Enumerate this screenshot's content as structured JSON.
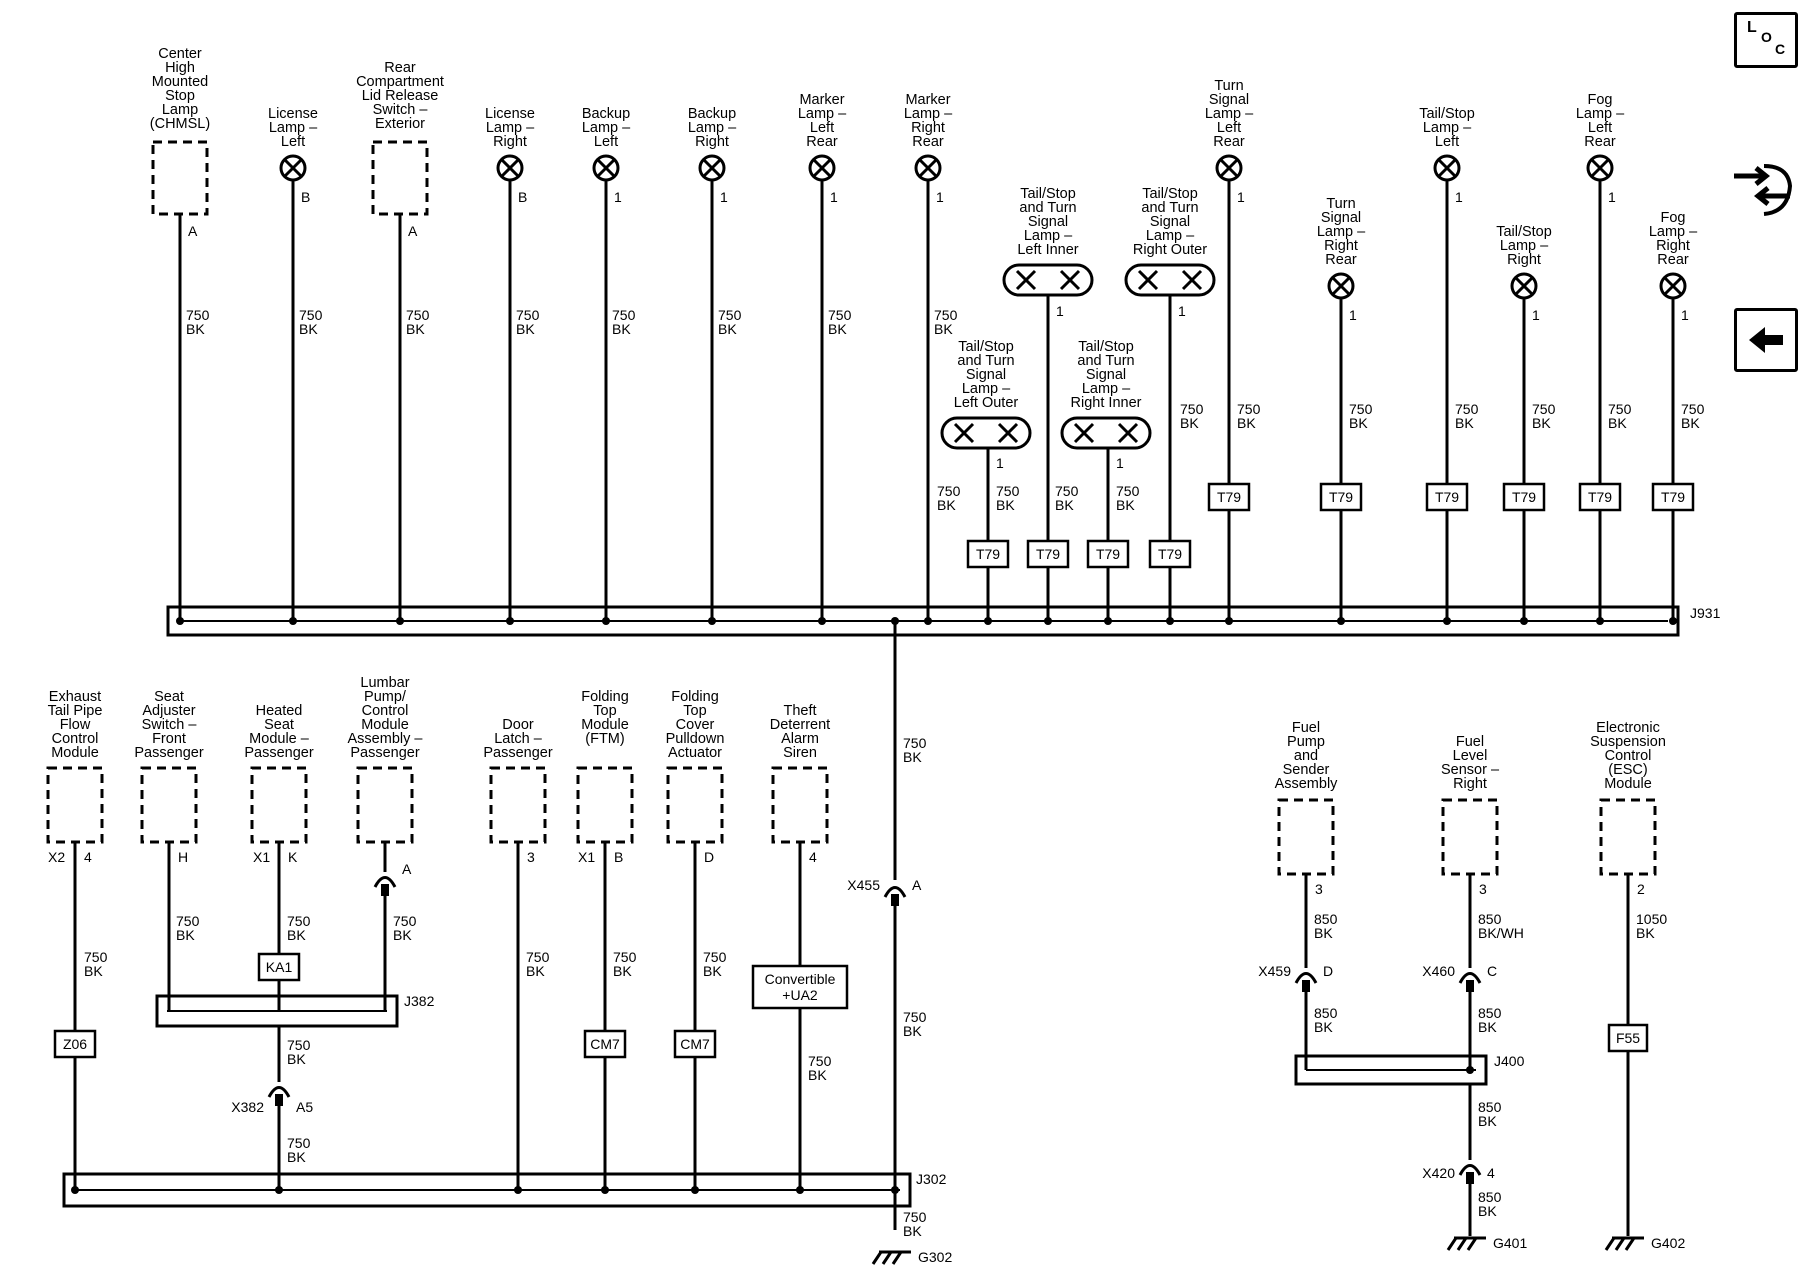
{
  "components": {
    "chmsl": [
      "Center",
      "High",
      "Mounted",
      "Stop",
      "Lamp",
      "(CHMSL)"
    ],
    "license_left": [
      "License",
      "Lamp –",
      "Left"
    ],
    "rear_compartment": [
      "Rear",
      "Compartment",
      "Lid Release",
      "Switch –",
      "Exterior"
    ],
    "license_right": [
      "License",
      "Lamp –",
      "Right"
    ],
    "backup_left": [
      "Backup",
      "Lamp –",
      "Left"
    ],
    "backup_right": [
      "Backup",
      "Lamp –",
      "Right"
    ],
    "marker_left": [
      "Marker",
      "Lamp –",
      "Left",
      "Rear"
    ],
    "marker_right": [
      "Marker",
      "Lamp –",
      "Right",
      "Rear"
    ],
    "tst_left_outer": [
      "Tail/Stop",
      "and Turn",
      "Signal",
      "Lamp –",
      "Left Outer"
    ],
    "tst_left_inner": [
      "Tail/Stop",
      "and Turn",
      "Signal",
      "Lamp –",
      "Left Inner"
    ],
    "tst_right_inner": [
      "Tail/Stop",
      "and Turn",
      "Signal",
      "Lamp –",
      "Right Inner"
    ],
    "tst_right_outer": [
      "Tail/Stop",
      "and Turn",
      "Signal",
      "Lamp –",
      "Right Outer"
    ],
    "turn_left_rear": [
      "Turn",
      "Signal",
      "Lamp –",
      "Left",
      "Rear"
    ],
    "turn_right_rear": [
      "Turn",
      "Signal",
      "Lamp –",
      "Right",
      "Rear"
    ],
    "tailstop_left": [
      "Tail/Stop",
      "Lamp –",
      "Left"
    ],
    "tailstop_right": [
      "Tail/Stop",
      "Lamp –",
      "Right"
    ],
    "fog_left": [
      "Fog",
      "Lamp –",
      "Left",
      "Rear"
    ],
    "fog_right": [
      "Fog",
      "Lamp –",
      "Right",
      "Rear"
    ],
    "exhaust": [
      "Exhaust",
      "Tail Pipe",
      "Flow",
      "Control",
      "Module"
    ],
    "seat_adjuster": [
      "Seat",
      "Adjuster",
      "Switch –",
      "Front",
      "Passenger"
    ],
    "heated_seat": [
      "Heated",
      "Seat",
      "Module –",
      "Passenger"
    ],
    "lumbar": [
      "Lumbar",
      "Pump/",
      "Control",
      "Module",
      "Assembly –",
      "Passenger"
    ],
    "door_latch": [
      "Door",
      "Latch –",
      "Passenger"
    ],
    "folding_top": [
      "Folding",
      "Top",
      "Module",
      "(FTM)"
    ],
    "folding_top_cover": [
      "Folding",
      "Top",
      "Cover",
      "Pulldown",
      "Actuator"
    ],
    "theft_siren": [
      "Theft",
      "Deterrent",
      "Alarm",
      "Siren"
    ],
    "fuel_pump": [
      "Fuel",
      "Pump",
      "and",
      "Sender",
      "Assembly"
    ],
    "fuel_level": [
      "Fuel",
      "Level",
      "Sensor –",
      "Right"
    ],
    "esc_module": [
      "Electronic",
      "Suspension",
      "Control",
      "(ESC)",
      "Module"
    ]
  },
  "pins": {
    "A": "A",
    "B": "B",
    "one": "1",
    "H": "H",
    "K": "K",
    "D": "D",
    "three": "3",
    "four": "4",
    "two": "2",
    "C": "C",
    "A5": "A5",
    "X1": "X1",
    "X2": "X2"
  },
  "wires": {
    "g750": "750",
    "g850": "850",
    "g1050": "1050",
    "bk": "BK",
    "bkwh": "BK/WH"
  },
  "options": {
    "t79": "T79",
    "ka1": "KA1",
    "z06": "Z06",
    "cm7": "CM7",
    "f55": "F55",
    "convertible_1": "Convertible",
    "convertible_2": "+UA2"
  },
  "connectors": {
    "x455": "X455",
    "x382": "X382",
    "x459": "X459",
    "x460": "X460",
    "x420": "X420"
  },
  "splices": {
    "j931": "J931",
    "j382": "J382",
    "j302": "J302",
    "j400": "J400"
  },
  "grounds": {
    "g302": "G302",
    "g401": "G401",
    "g402": "G402"
  },
  "nav": {
    "loc_l": "L",
    "loc_o": "O",
    "loc_c": "C"
  }
}
